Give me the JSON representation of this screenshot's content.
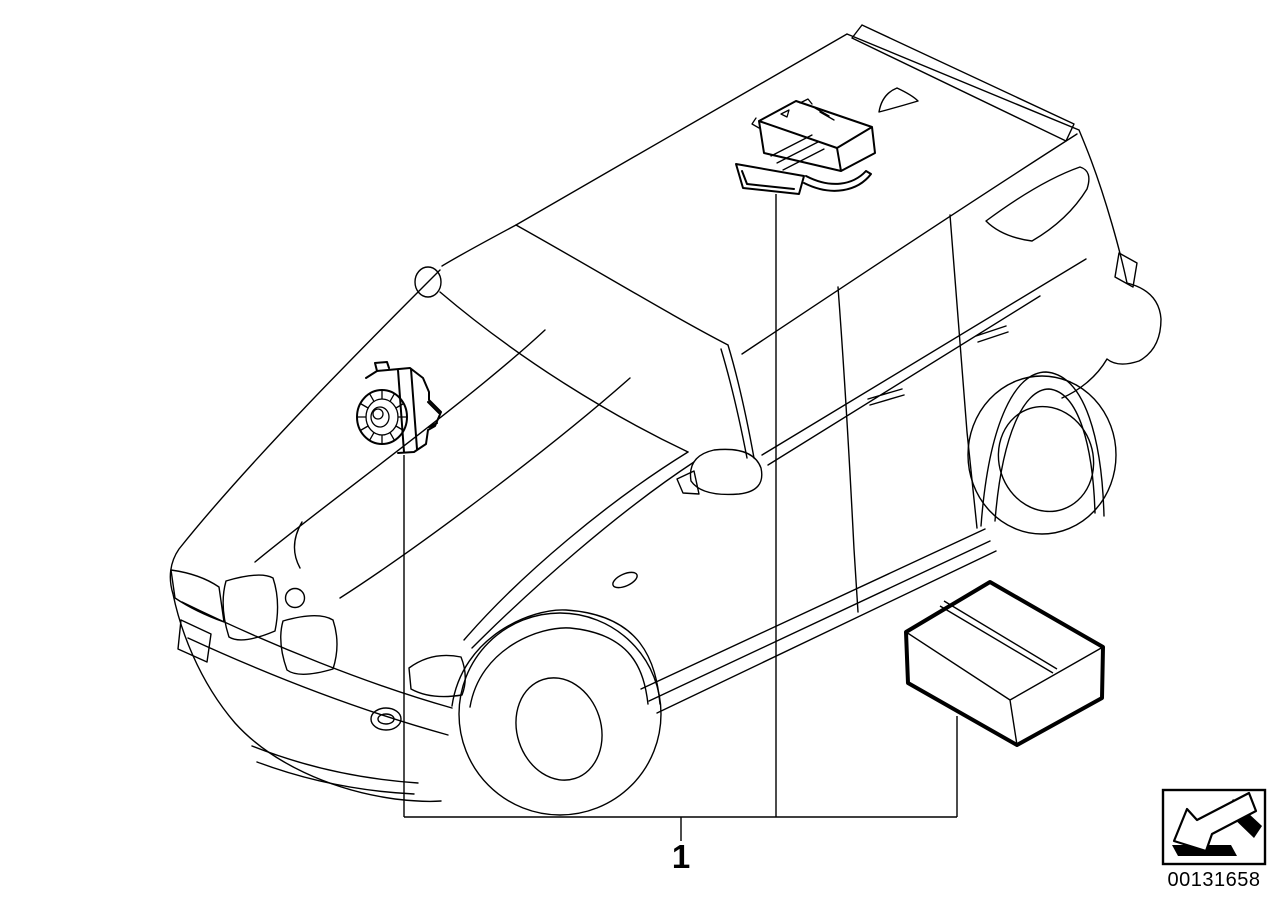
{
  "colors": {
    "background": "#ffffff",
    "ink": "#000000"
  },
  "callout": {
    "label": "1"
  },
  "stamp": {
    "image_number": "00131658",
    "icon": "corner-arrow-icon"
  },
  "figure": {
    "type": "parts-diagram-line-art",
    "elements": [
      "suv-vehicle-outline",
      "alarm-siren",
      "alarm-control-module",
      "retrofit-kit-box"
    ]
  }
}
